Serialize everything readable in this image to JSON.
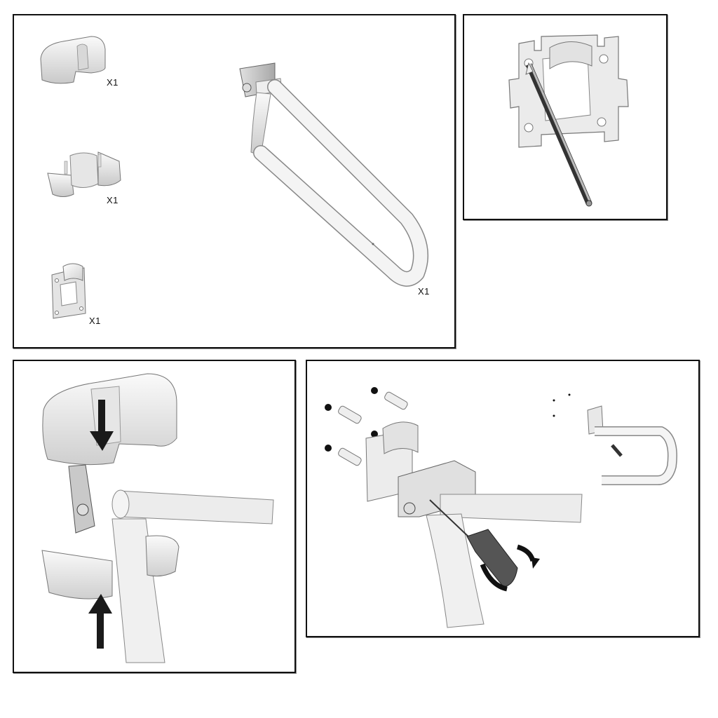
{
  "diagram": {
    "type": "assembly-instructions",
    "subject": "fold-up grab bar installation",
    "panels": [
      {
        "id": "parts-list",
        "title": "Parts",
        "parts": [
          {
            "name": "top cover",
            "quantity": "X1"
          },
          {
            "name": "bottom cover",
            "quantity": "X1"
          },
          {
            "name": "wall mounting bracket",
            "quantity": "X1"
          },
          {
            "name": "fold-up grab bar",
            "quantity": "X1"
          }
        ]
      },
      {
        "id": "step-mark-holes",
        "description": "Hold bracket against wall and mark the four hole positions with a pencil"
      },
      {
        "id": "step-fit-covers",
        "description": "Fit top and bottom covers over the hinge (arrows indicate direction)"
      },
      {
        "id": "step-screw-mount",
        "description": "Insert wall plugs, mount bracket and grab bar, tighten screws with screwdriver"
      }
    ],
    "colors": {
      "border": "#111111",
      "part_fill": "#f2f2f2",
      "part_shade": "#c8c8c8",
      "arrow": "#1a1a1a"
    }
  }
}
